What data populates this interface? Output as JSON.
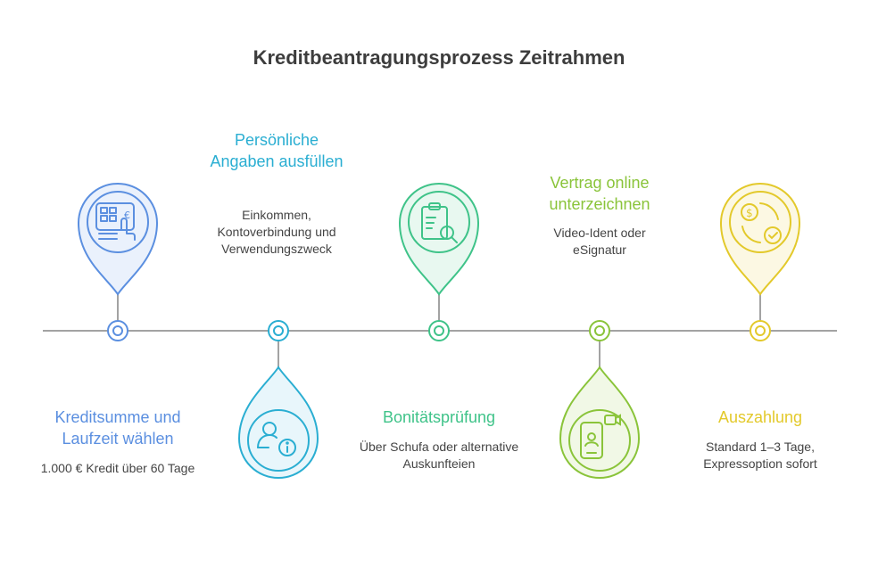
{
  "title": "Kreditbeantragungsprozess Zeitrahmen",
  "stages": [
    {
      "heading": "Kreditsumme und Laufzeit wählen",
      "description": "1.000 € Kredit über 60 Tage",
      "icon": "calculator-hand-icon",
      "color": "#5b8fe0"
    },
    {
      "heading": "Persönliche Angaben ausfüllen",
      "description": "Einkommen, Kontoverbindung und Verwendungszweck",
      "icon": "person-info-icon",
      "color": "#2aaed2"
    },
    {
      "heading": "Bonitätsprüfung",
      "description": "Über Schufa oder alternative Auskunfteien",
      "icon": "clipboard-search-icon",
      "color": "#3fc389"
    },
    {
      "heading": "Vertrag online unterzeichnen",
      "description": "Video-Ident oder eSignatur",
      "icon": "phone-video-icon",
      "color": "#8ac43a"
    },
    {
      "heading": "Auszahlung",
      "description": "Standard 1–3 Tage, Expressoption sofort",
      "icon": "money-check-icon",
      "color": "#e3c92b"
    }
  ]
}
